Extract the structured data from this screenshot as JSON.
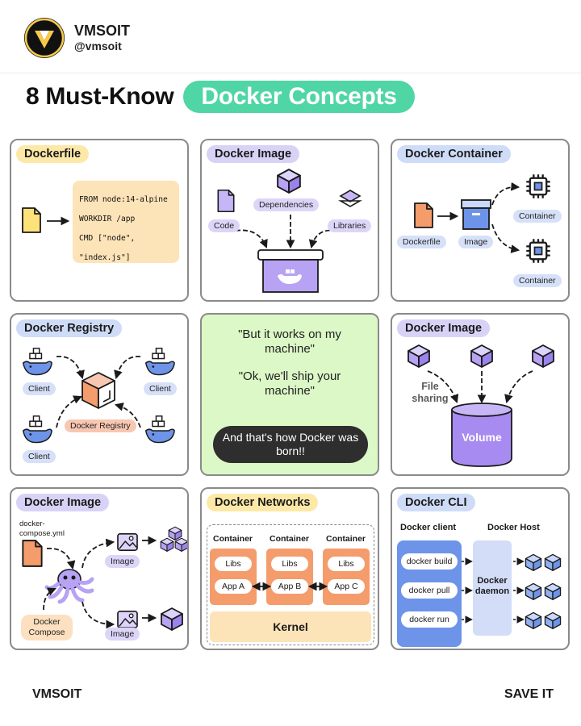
{
  "header": {
    "brand": "VMSOIT",
    "handle": "@vmsoit"
  },
  "title": {
    "plain": "8 Must-Know",
    "highlight": "Docker Concepts"
  },
  "cards": {
    "dockerfile": {
      "title": "Dockerfile",
      "code": [
        "FROM node:14-alpine",
        "WORKDIR /app",
        "CMD [\"node\", \"index.js\"]"
      ]
    },
    "image1": {
      "title": "Docker Image",
      "code_label": "Code",
      "dependencies_label": "Dependencies",
      "libraries_label": "Libraries"
    },
    "container": {
      "title": "Docker Container",
      "dockerfile_label": "Dockerfile",
      "image_label": "Image",
      "container_top_label": "Container",
      "container_bottom_label": "Container"
    },
    "registry": {
      "title": "Docker Registry",
      "client_tl": "Client",
      "client_tr": "Client",
      "client_bl": "Client",
      "registry_label": "Docker Registry"
    },
    "quote": {
      "line1": "\"But it works on my machine\"",
      "line2": "\"Ok, we'll ship your machine\"",
      "line3": "And that's how Docker was born!!"
    },
    "volume": {
      "title": "Docker Image",
      "file_sharing": "File sharing",
      "volume_label": "Volume"
    },
    "compose": {
      "title": "Docker Image",
      "file_label": "docker-compose.yml",
      "compose_label": "Docker Compose",
      "image_top": "Image",
      "image_bottom": "Image"
    },
    "networks": {
      "title": "Docker Networks",
      "columns": [
        {
          "header": "Container",
          "libs": "Libs",
          "app": "App A"
        },
        {
          "header": "Container",
          "libs": "Libs",
          "app": "App B"
        },
        {
          "header": "Container",
          "libs": "Libs",
          "app": "App C"
        }
      ],
      "kernel": "Kernel"
    },
    "cli": {
      "title": "Docker CLI",
      "client_header": "Docker client",
      "host_header": "Docker Host",
      "commands": [
        "docker build",
        "docker pull",
        "docker run"
      ],
      "daemon": "Docker daemon"
    }
  },
  "footer": {
    "left": "VMSOIT",
    "right": "SAVE IT"
  },
  "colors": {
    "accent_green": "#4fd6a4",
    "cube_purple": "#b7a2f3",
    "orange": "#f49c6c",
    "blue": "#6d94e8"
  }
}
